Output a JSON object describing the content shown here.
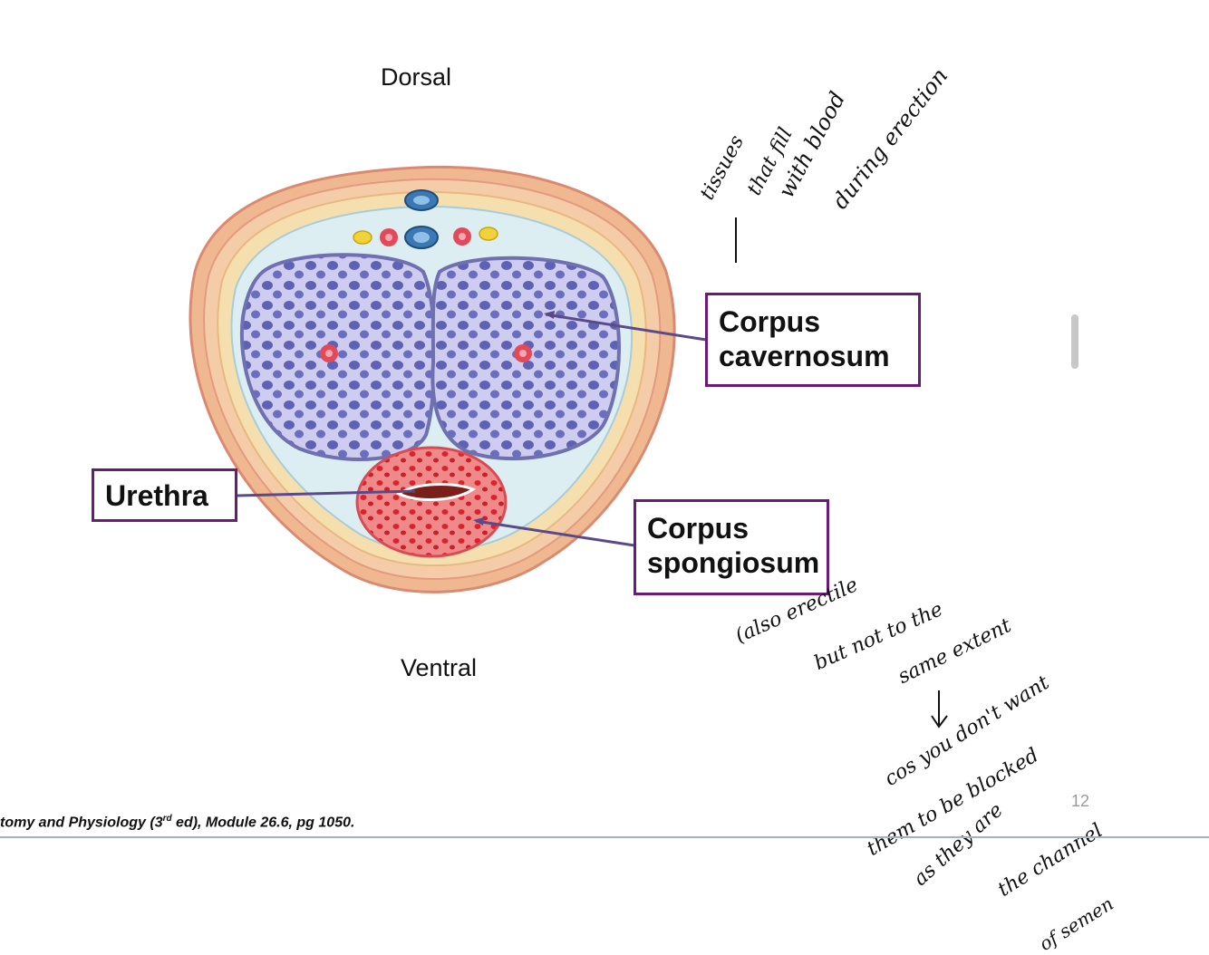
{
  "orientation": {
    "top": "Dorsal",
    "bottom": "Ventral"
  },
  "labels": {
    "corpus_cavernosum": {
      "line1": "Corpus",
      "line2": "cavernosum"
    },
    "urethra": "Urethra",
    "corpus_spongiosum": {
      "line1": "Corpus",
      "line2": "spongiosum"
    }
  },
  "citation": {
    "prefix": "tomy and Physiology (3",
    "sup": "rd",
    "suffix": " ed), Module 26.6, pg 1050."
  },
  "slide_number": "12",
  "handwritten_notes": {
    "cavernosum_note": [
      "tissues",
      "that fill",
      "with blood",
      "during erection"
    ],
    "spongiosum_note": [
      "(also erectile",
      "but not to the",
      "same extent",
      "cos you don't want",
      "them to be blocked",
      "as they are",
      "the channel",
      "of semen"
    ]
  },
  "colors": {
    "label_border": "#6a1b7a",
    "cavernosum_fill": "#8f94cf",
    "spongiosum_fill": "#e0585e",
    "tunica": "#efb38a"
  }
}
